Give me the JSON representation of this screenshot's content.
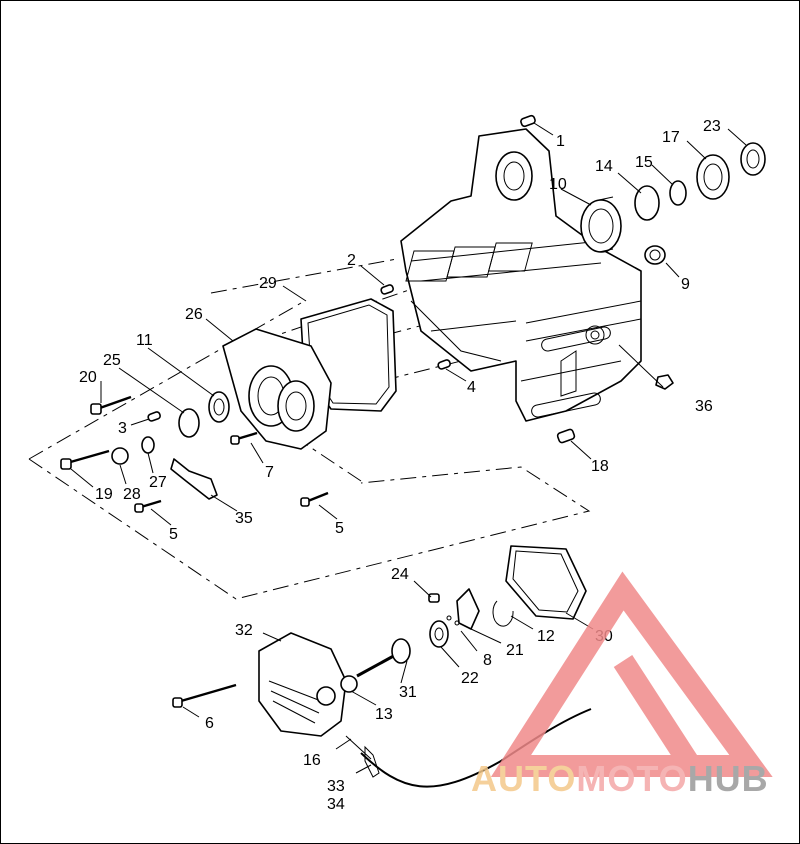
{
  "diagram": {
    "callouts": [
      "1",
      "2",
      "3",
      "4",
      "5",
      "5",
      "6",
      "7",
      "8",
      "9",
      "10",
      "11",
      "12",
      "13",
      "14",
      "15",
      "16",
      "17",
      "18",
      "19",
      "20",
      "21",
      "22",
      "23",
      "24",
      "25",
      "26",
      "27",
      "28",
      "29",
      "30",
      "31",
      "32",
      "33",
      "34",
      "35",
      "36"
    ]
  },
  "watermark": {
    "word_a": "AUTO",
    "word_b": "MOTO",
    "word_c": "HUB",
    "color_a": "#f4c88a",
    "color_b": "#f4a8a8",
    "color_c": "#9a9a9a",
    "triangle_color": "#f08a8a"
  }
}
